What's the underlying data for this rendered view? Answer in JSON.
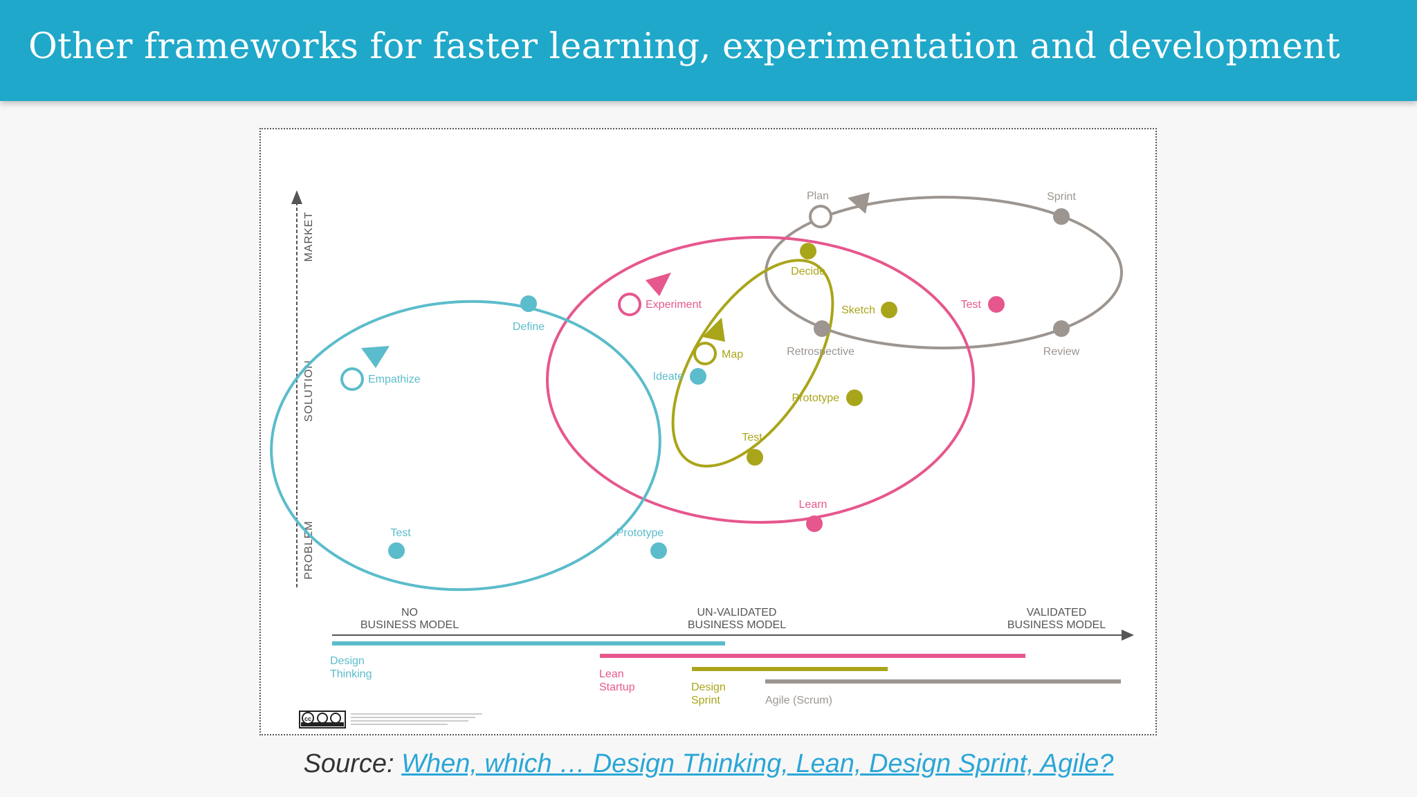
{
  "slide": {
    "title": "Other frameworks for faster learning, experimentation and development"
  },
  "source": {
    "label": "Source:",
    "link_text": "When, which … Design Thinking, Lean, Design Sprint, Agile?"
  },
  "diagram": {
    "y_axis": {
      "market": "MARKET",
      "solution": "SOLUTION",
      "problem": "PROBLEM"
    },
    "x_axis": {
      "no_bm": [
        "NO",
        "BUSINESS MODEL"
      ],
      "unvalidated_bm": [
        "UN-VALIDATED",
        "BUSINESS MODEL"
      ],
      "validated_bm": [
        "VALIDATED",
        "BUSINESS MODEL"
      ]
    },
    "colors": {
      "design_thinking": "#5bbccb",
      "lean_startup": "#e6578e",
      "design_sprint": "#a9a51a",
      "agile": "#9c9590",
      "axis": "#555555"
    },
    "loops": {
      "design_thinking": {
        "empathize": "Empathize",
        "define": "Define",
        "ideate": "Ideate",
        "prototype": "Prototype",
        "test": "Test"
      },
      "lean_startup": {
        "experiment": "Experiment",
        "test": "Test",
        "learn": "Learn"
      },
      "design_sprint": {
        "map": "Map",
        "decide": "Decide",
        "sketch": "Sketch",
        "prototype": "Prototype",
        "test": "Test"
      },
      "agile": {
        "plan": "Plan",
        "sprint": "Sprint",
        "review": "Review",
        "retrospective": "Retrospective"
      }
    },
    "bars": {
      "design_thinking": [
        "Design",
        "Thinking"
      ],
      "lean_startup": [
        "Lean",
        "Startup"
      ],
      "design_sprint": [
        "Design",
        "Sprint"
      ],
      "agile": "Agile (Scrum)"
    },
    "license_badge": "cc by sa"
  }
}
